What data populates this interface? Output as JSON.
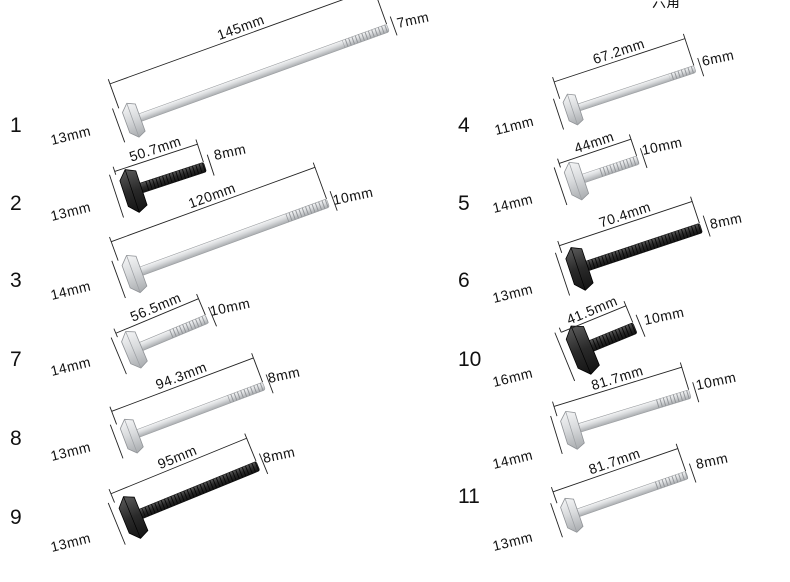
{
  "corner_label": "六角",
  "bolts": [
    {
      "number": "1",
      "length": "145mm",
      "thread": "7mm",
      "head": "13mm",
      "finish": "silver"
    },
    {
      "number": "2",
      "length": "50.7mm",
      "thread": "8mm",
      "head": "13mm",
      "finish": "black"
    },
    {
      "number": "3",
      "length": "120mm",
      "thread": "10mm",
      "head": "14mm",
      "finish": "silver"
    },
    {
      "number": "7",
      "length": "56.5mm",
      "thread": "10mm",
      "head": "14mm",
      "finish": "silver"
    },
    {
      "number": "8",
      "length": "94.3mm",
      "thread": "8mm",
      "head": "13mm",
      "finish": "silver"
    },
    {
      "number": "9",
      "length": "95mm",
      "thread": "8mm",
      "head": "13mm",
      "finish": "black"
    },
    {
      "number": "4",
      "length": "67.2mm",
      "thread": "6mm",
      "head": "11mm",
      "finish": "silver"
    },
    {
      "number": "5",
      "length": "44mm",
      "thread": "10mm",
      "head": "14mm",
      "finish": "silver"
    },
    {
      "number": "6",
      "length": "70.4mm",
      "thread": "8mm",
      "head": "13mm",
      "finish": "black"
    },
    {
      "number": "10",
      "length": "41.5mm",
      "thread": "10mm",
      "head": "16mm",
      "finish": "black"
    },
    {
      "number": "",
      "length": "81.7mm",
      "thread": "10mm",
      "head": "14mm",
      "finish": "silver"
    },
    {
      "number": "11",
      "length": "81.7mm",
      "thread": "8mm",
      "head": "13mm",
      "finish": "silver"
    }
  ],
  "colors": {
    "silver": "#d4d6d8",
    "black": "#2a2a2a",
    "background": "#ffffff"
  }
}
